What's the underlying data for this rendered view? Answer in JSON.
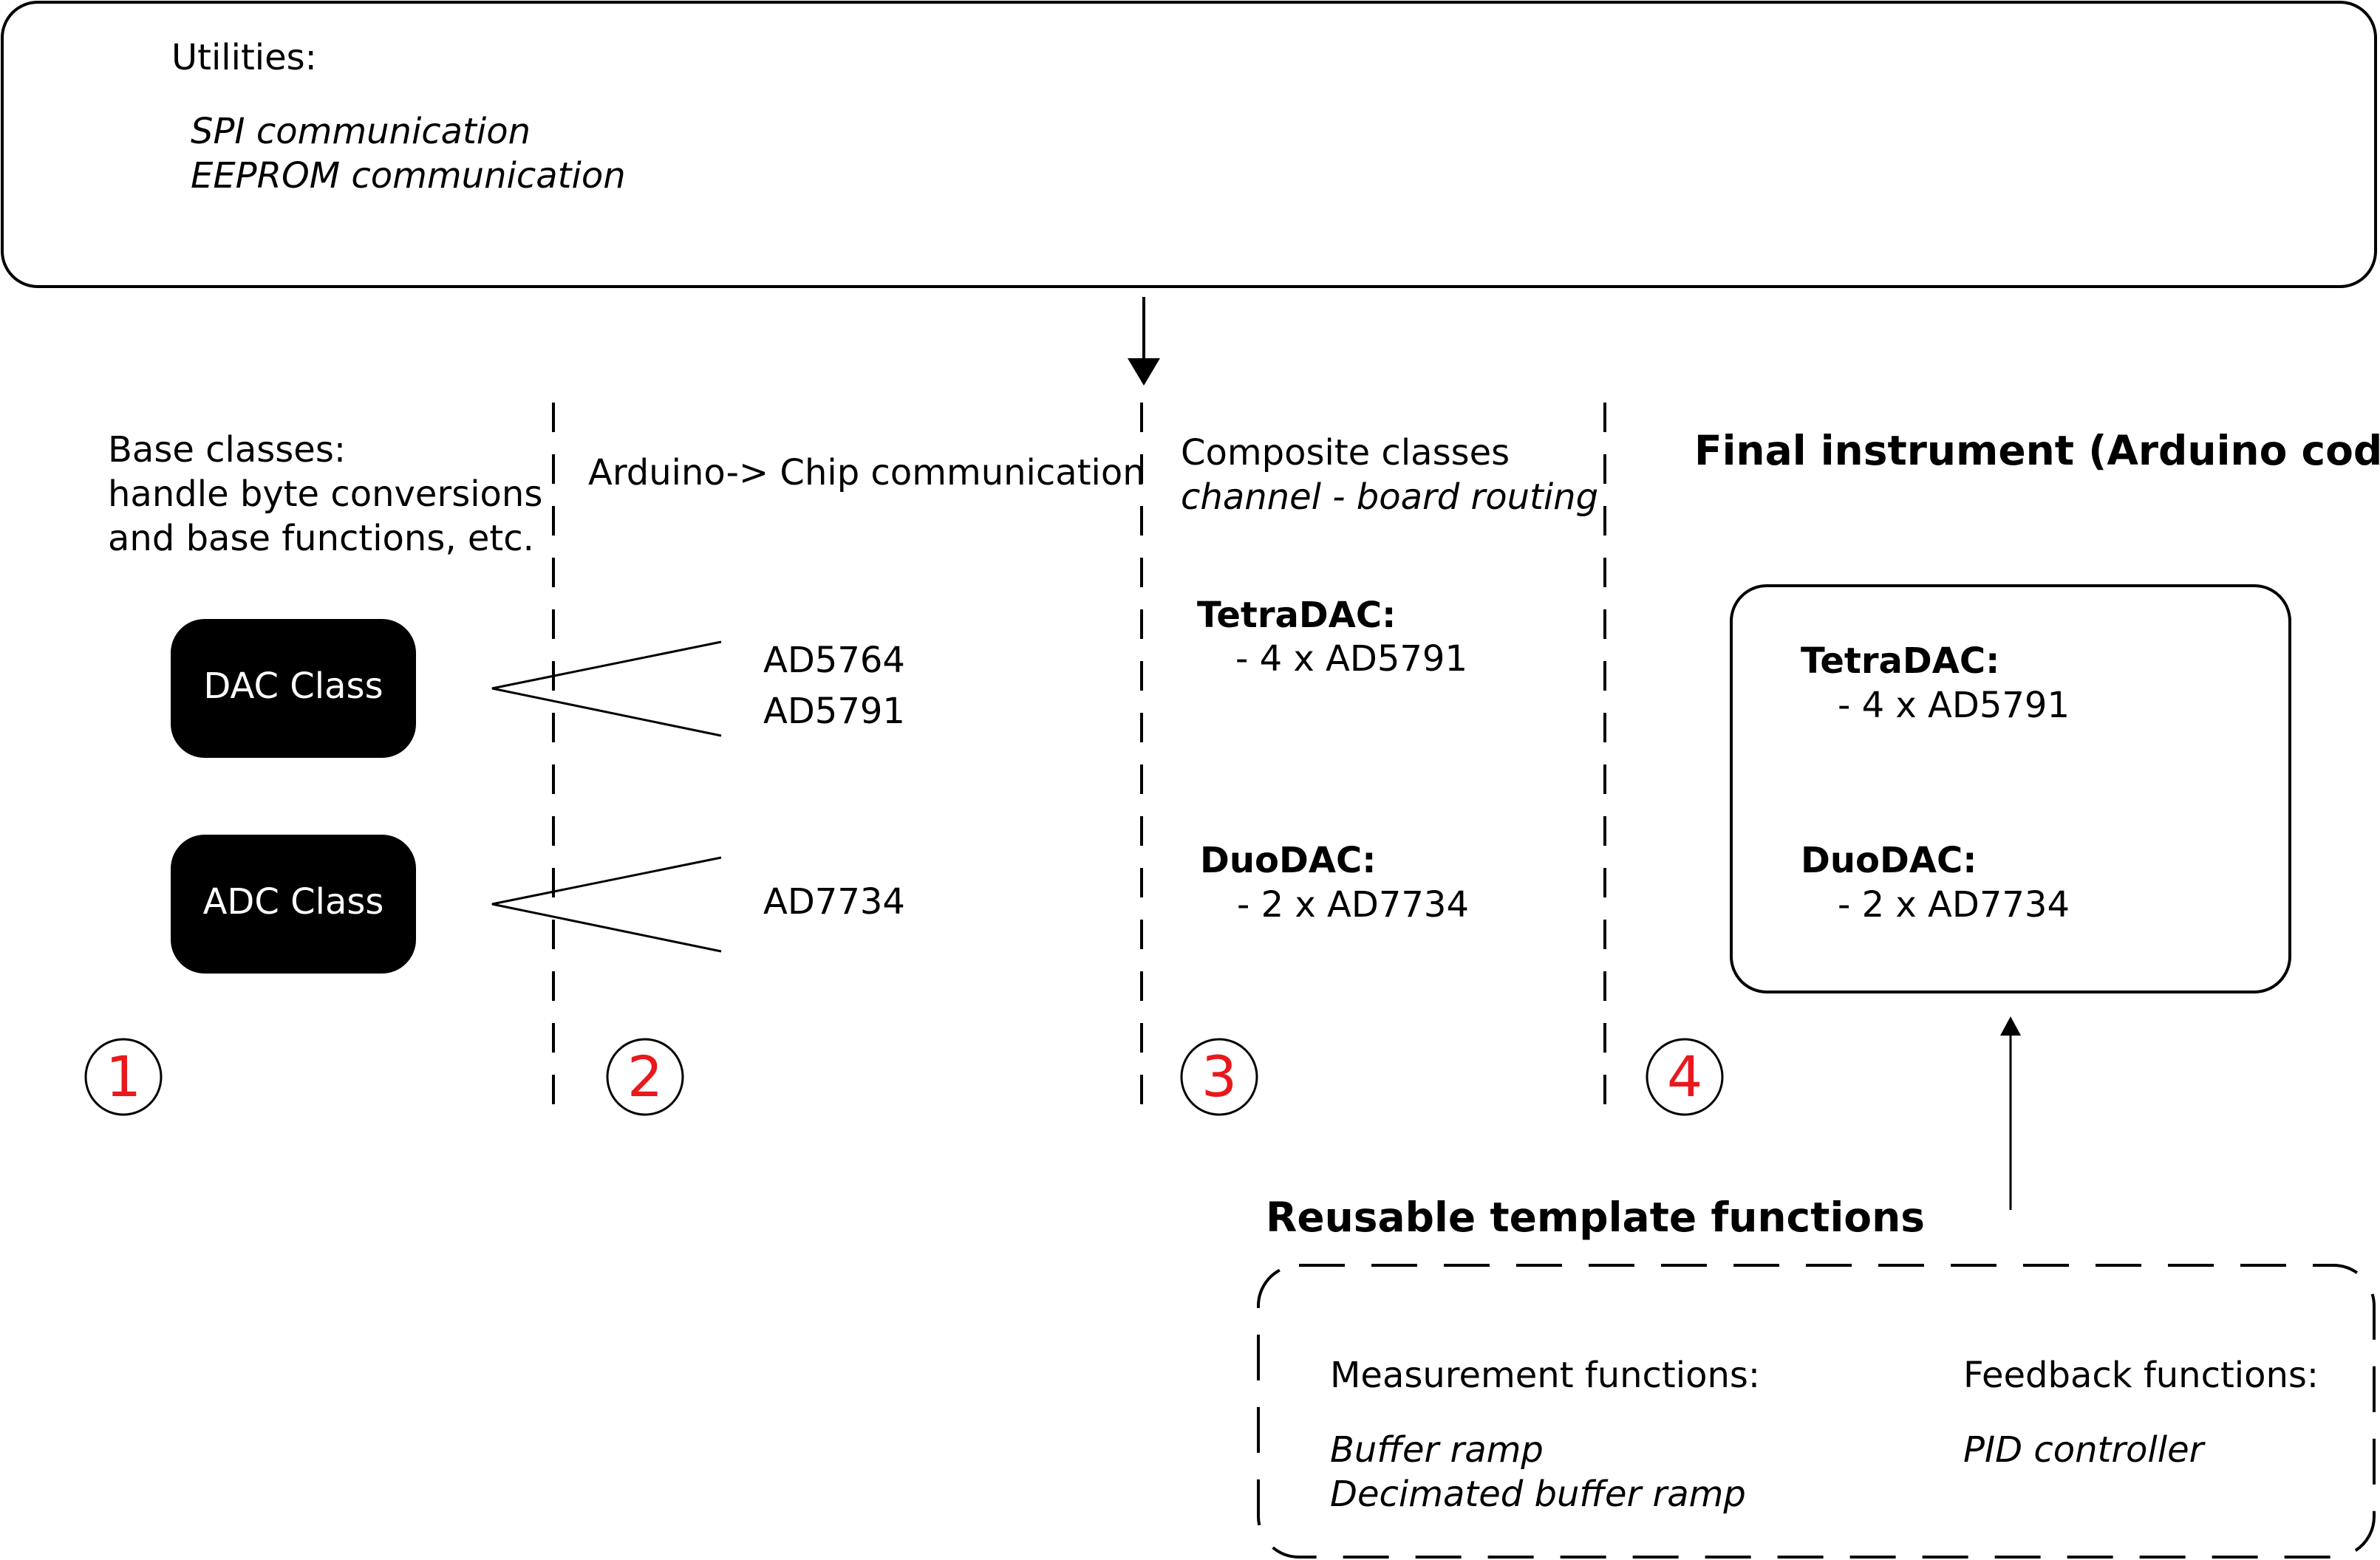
{
  "utilities": {
    "title": "Utilities:",
    "items": [
      "SPI communication",
      "EEPROM communication"
    ]
  },
  "sections": [
    {
      "number": "1",
      "heading_lines": [
        "Base classes:",
        "handle byte conversions",
        "and base functions, etc."
      ],
      "classes": [
        "DAC Class",
        "ADC Class"
      ]
    },
    {
      "number": "2",
      "heading": "Arduino-> Chip communication",
      "dac_chips": [
        "AD5764",
        "AD5791"
      ],
      "adc_chips": [
        "AD7734"
      ]
    },
    {
      "number": "3",
      "heading": "Composite classes",
      "subheading": "channel - board routing",
      "composites": [
        {
          "name": "TetraDAC:",
          "detail": "- 4 x AD5791"
        },
        {
          "name": "DuoDAC:",
          "detail": "- 2 x AD7734"
        }
      ]
    },
    {
      "number": "4",
      "heading": "Final instrument (Arduino code)",
      "box_items": [
        {
          "name": "TetraDAC:",
          "detail": "- 4 x AD5791"
        },
        {
          "name": "DuoDAC:",
          "detail": "- 2 x AD7734"
        }
      ]
    }
  ],
  "templates": {
    "title": "Reusable template functions",
    "measurement_title": "Measurement functions:",
    "measurement_items": [
      "Buffer ramp",
      "Decimated buffer ramp"
    ],
    "feedback_title": "Feedback functions:",
    "feedback_items": [
      "PID controller"
    ]
  },
  "colors": {
    "number": "#e8191c",
    "class_box": "#000000",
    "class_text": "#ffffff",
    "line": "#000000"
  }
}
